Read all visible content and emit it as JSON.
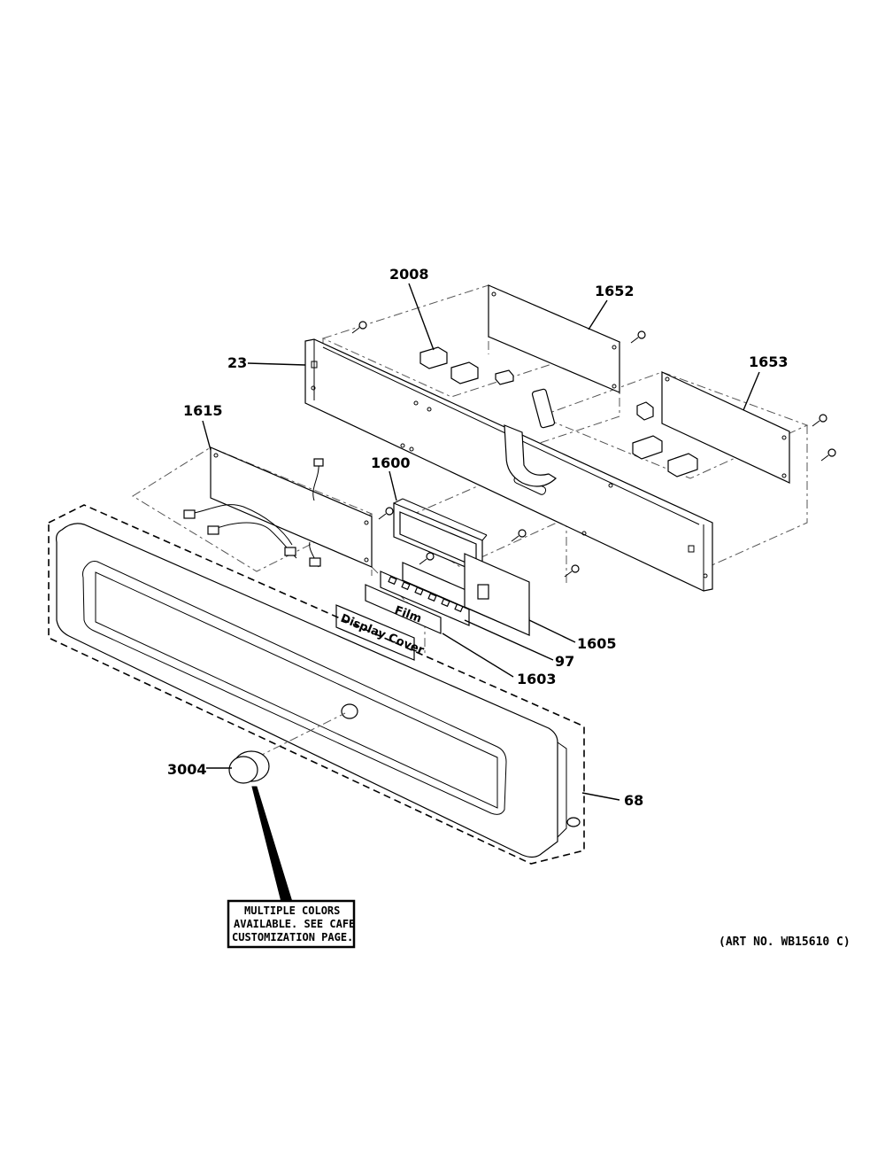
{
  "diagram": {
    "part_labels": {
      "p2008": "2008",
      "p1652": "1652",
      "p23": "23",
      "p1653": "1653",
      "p1615": "1615",
      "p1600": "1600",
      "p1605": "1605",
      "p97": "97",
      "p1603": "1603",
      "p3004": "3004",
      "p68": "68"
    },
    "inner_labels": {
      "film": "Film",
      "display_cover": "Display Cover"
    },
    "note": {
      "line1": "MULTIPLE COLORS",
      "line2": "AVAILABLE. SEE CAFE",
      "line3": "CUSTOMIZATION PAGE."
    },
    "art_number": "(ART NO. WB15610 C)"
  }
}
